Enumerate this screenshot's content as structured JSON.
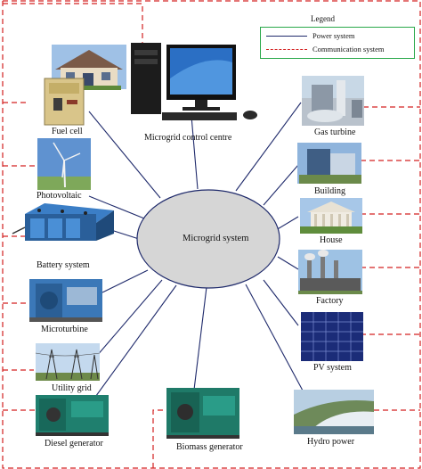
{
  "hub": {
    "label": "Microgrid system"
  },
  "legend": {
    "title": "Legend",
    "power": "Power system",
    "comm": "Communication system",
    "colors": {
      "power": "#1f2a6b",
      "comm": "#d32020",
      "border": "#2aa84a"
    }
  },
  "components": {
    "fuel_cell": "Fuel cell",
    "control_centre": "Microgrid control centre",
    "gas_turbine": "Gas turbine",
    "photovoltaic": "Photovoltaic",
    "building": "Building",
    "house": "House",
    "battery": "Battery system",
    "factory": "Factory",
    "microturbine": "Microturbine",
    "pv_system": "PV system",
    "utility_grid": "Utility grid",
    "diesel": "Diesel generator",
    "biomass": "Biomass generator",
    "hydro": "Hydro power"
  }
}
